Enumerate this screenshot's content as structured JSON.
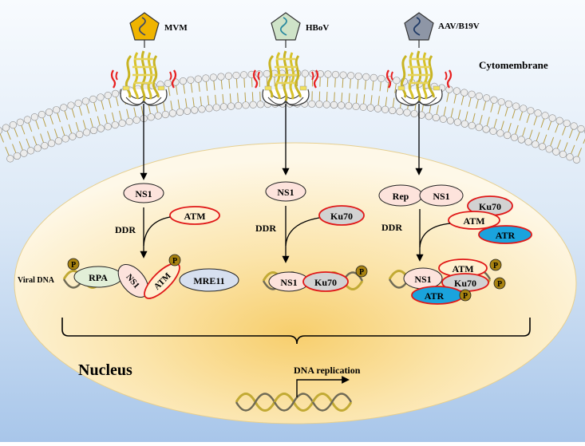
{
  "viruses": [
    {
      "label": "MVM",
      "color": "#f0b400"
    },
    {
      "label": "HBoV",
      "color": "#cfe3c8"
    },
    {
      "label": "AAV/B19V",
      "color": "#8e96a6"
    }
  ],
  "membrane_label": "Cytomembrane",
  "nucleus_label": "Nucleus",
  "replication_label": "DNA replication",
  "viral_dna_label": "Viral DNA",
  "ddr_label": "DDR",
  "phospho_label": "P",
  "pathways": {
    "mvm": {
      "initiator": "NS1",
      "kinase": "ATM",
      "complex": [
        "RPA",
        "NS1",
        "ATM",
        "MRE11"
      ]
    },
    "hbov": {
      "initiator": "NS1",
      "kinase": "Ku70",
      "complex": [
        "NS1",
        "Ku70"
      ]
    },
    "aav": {
      "initiators": [
        "Rep",
        "NS1"
      ],
      "kinases": [
        "Ku70",
        "ATM",
        "ATR"
      ],
      "complex": [
        "NS1",
        "ATM",
        "Ku70",
        "ATR"
      ]
    }
  },
  "colors": {
    "pale_protein": "#fde3dc",
    "ku70_fill": "#d2d2d2",
    "atm_fill": "#fff0d0",
    "atr_fill": "#1aa3dd",
    "rpa_fill": "#e2efd8",
    "mre11_fill": "#d7e0f0",
    "phospho_fill": "#a88210",
    "outline_red": "#e01818"
  }
}
